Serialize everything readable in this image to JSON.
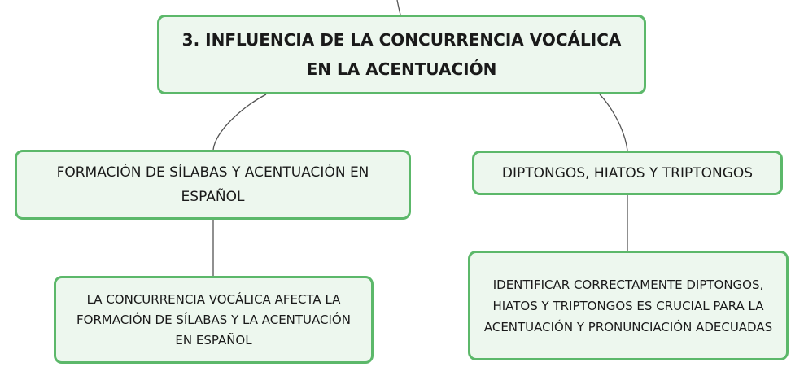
{
  "diagram": {
    "type": "mind-map",
    "accent_color": "#5cb86a",
    "node_fill": "#edf7ee",
    "connector_color": "#555555",
    "root": {
      "label": "3. INFLUENCIA DE LA CONCURRENCIA VOCÁLICA EN LA ACENTUACIÓN"
    },
    "branches": [
      {
        "label": "FORMACIÓN DE SÍLABAS Y ACENTUACIÓN EN ESPAÑOL",
        "child": "LA CONCURRENCIA VOCÁLICA AFECTA LA FORMACIÓN DE SÍLABAS Y LA ACENTUACIÓN EN ESPAÑOL"
      },
      {
        "label": "DIPTONGOS, HIATOS Y TRIPTONGOS",
        "child": "IDENTIFICAR CORRECTAMENTE DIPTONGOS, HIATOS Y TRIPTONGOS ES CRUCIAL PARA LA ACENTUACIÓN Y PRONUNCIACIÓN ADECUADAS"
      }
    ]
  }
}
